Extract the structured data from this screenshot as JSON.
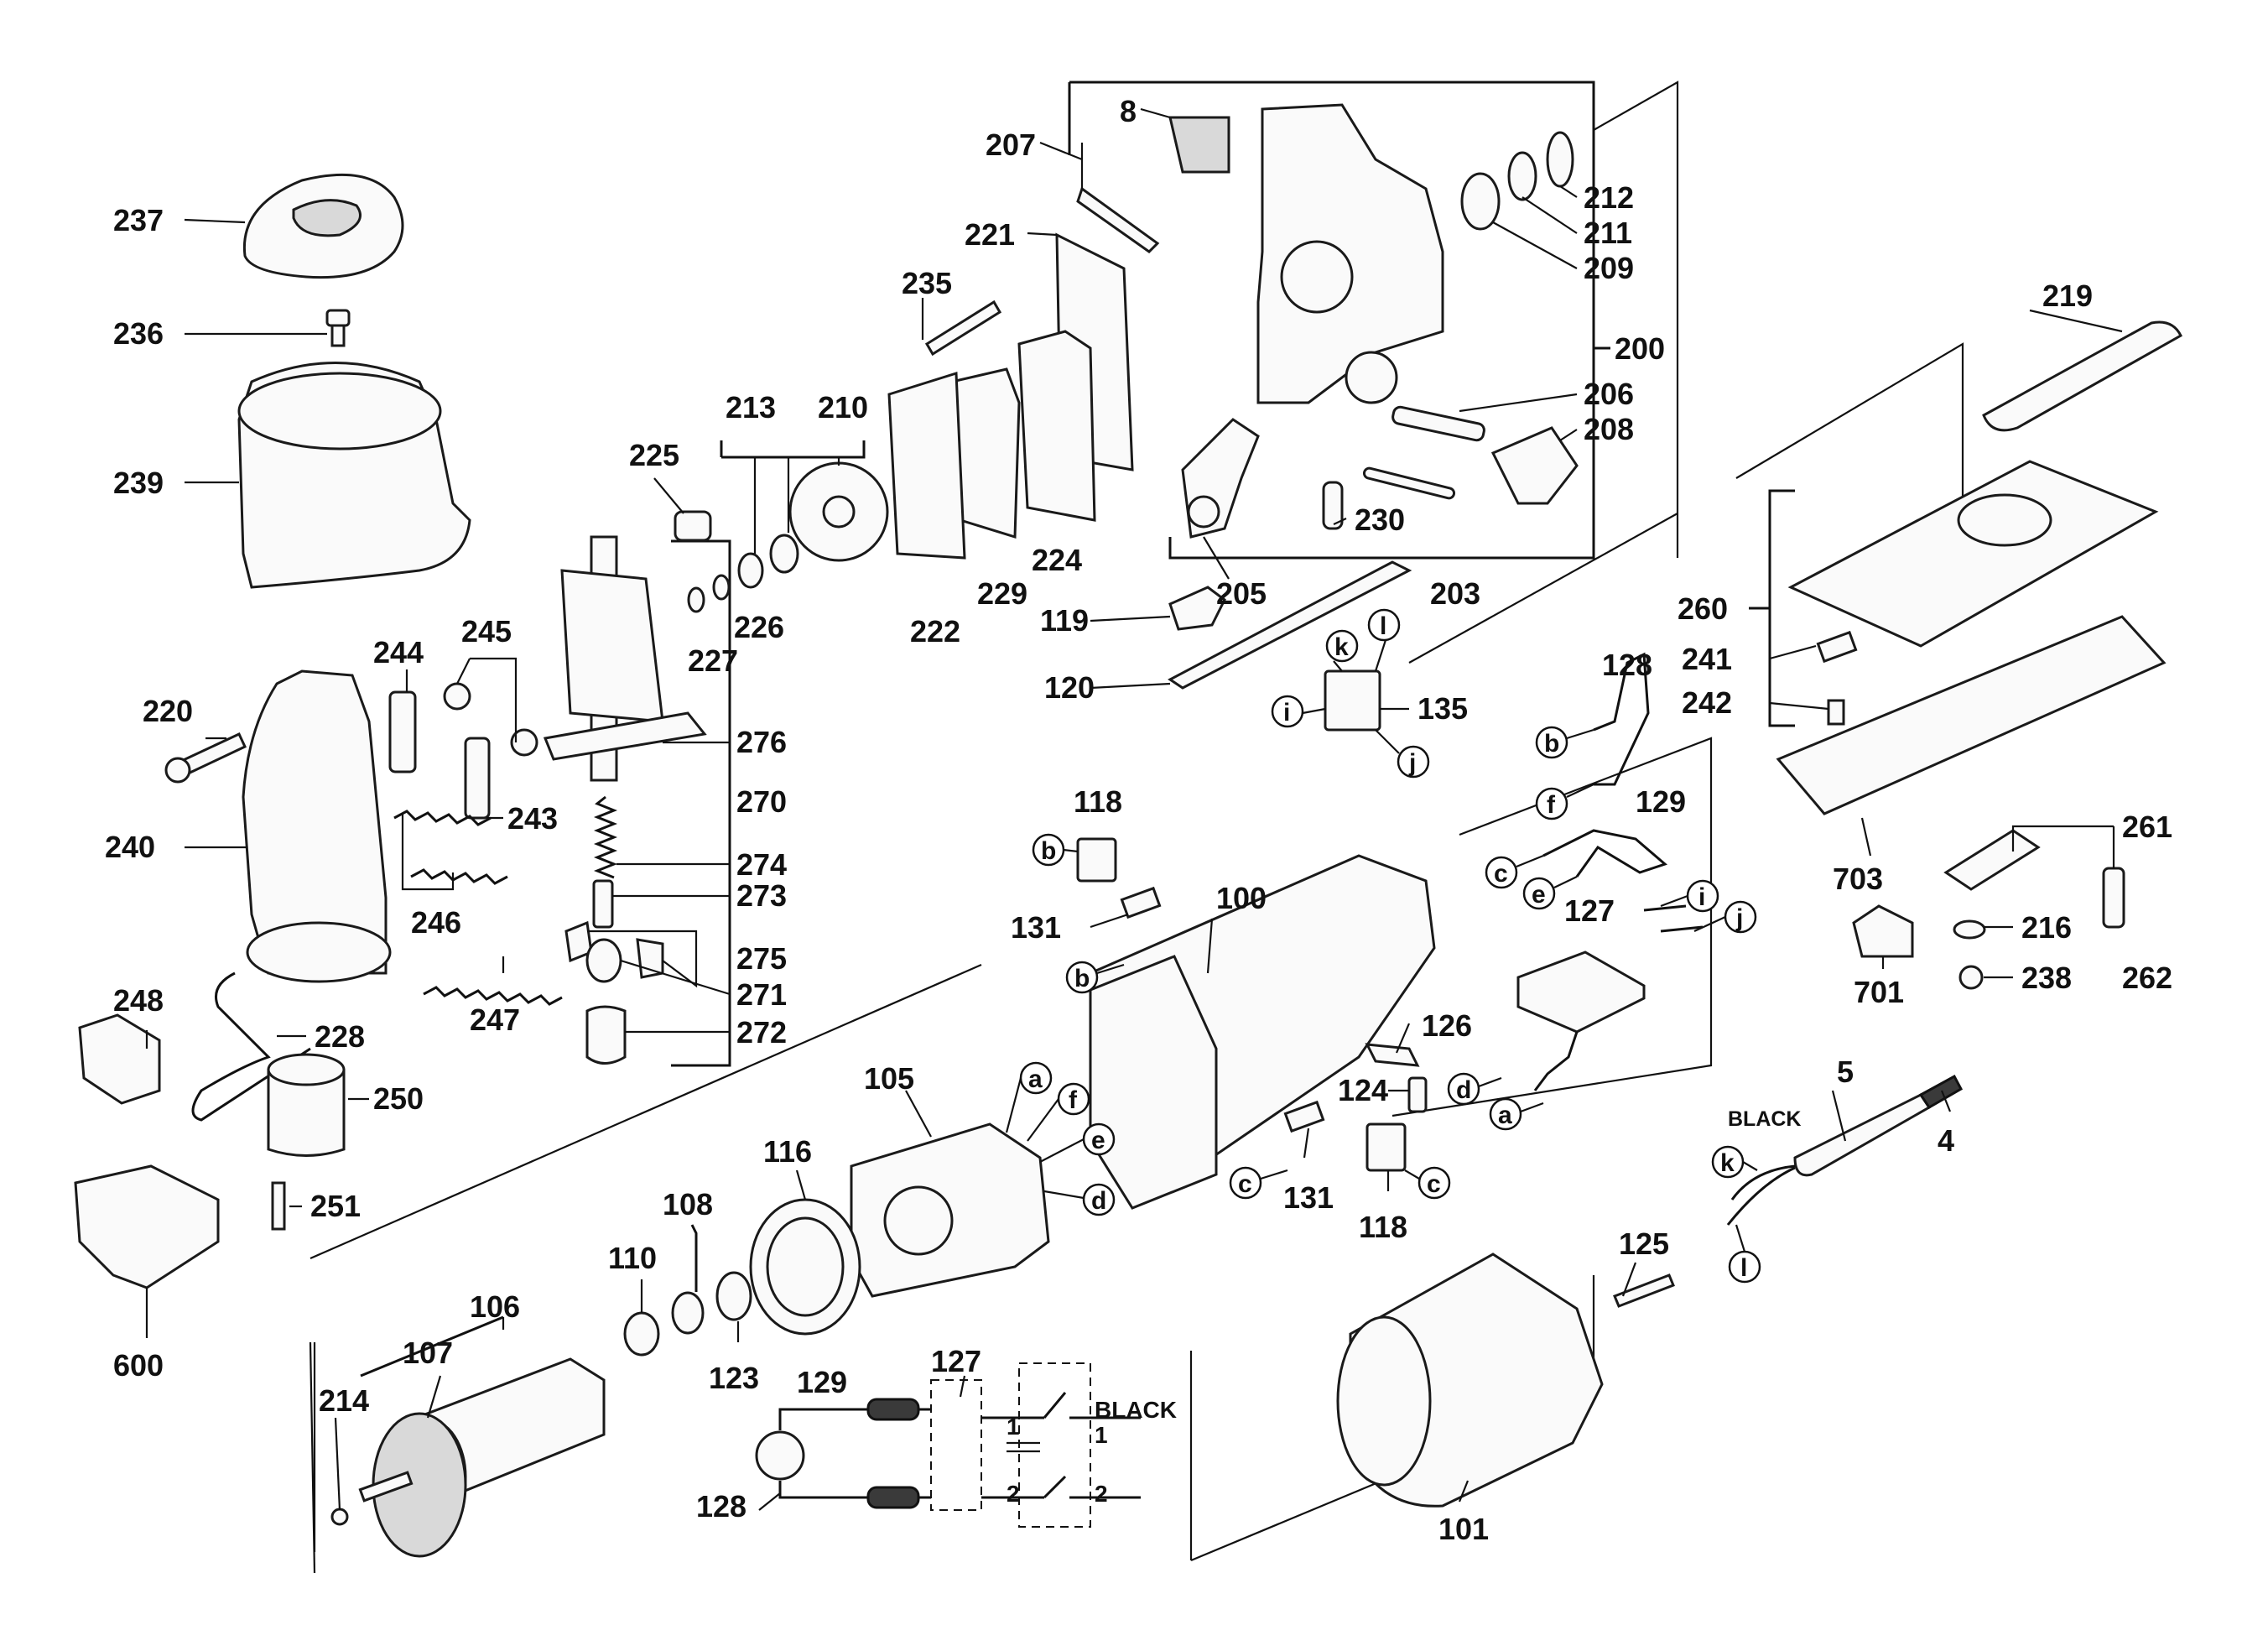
{
  "labels": {
    "p8": "8",
    "p207": "207",
    "p237": "237",
    "p236": "236",
    "p239": "239",
    "p221": "221",
    "p235": "235",
    "p212": "212",
    "p211": "211",
    "p209": "209",
    "p200": "200",
    "p206": "206",
    "p208": "208",
    "p219": "219",
    "p225": "225",
    "p213": "213",
    "p210": "210",
    "p226": "226",
    "p227": "227",
    "p222": "222",
    "p229": "229",
    "p224": "224",
    "p230": "230",
    "p205": "205",
    "p203": "203",
    "p119": "119",
    "p120": "120",
    "p135": "135",
    "p244": "244",
    "p245": "245",
    "p220": "220",
    "p276": "276",
    "p270": "270",
    "p243": "243",
    "p240": "240",
    "p274": "274",
    "p273": "273",
    "p246": "246",
    "p275": "275",
    "p247": "247",
    "p271": "271",
    "p272": "272",
    "p248": "248",
    "p228": "228",
    "p250": "250",
    "p251": "251",
    "p600": "600",
    "p260": "260",
    "p241": "241",
    "p242": "242",
    "p703": "703",
    "p261": "261",
    "p216": "216",
    "p238": "238",
    "p262": "262",
    "p701": "701",
    "p128a": "128",
    "p129a": "129",
    "p127a": "127",
    "p118a": "118",
    "p131a": "131",
    "p100": "100",
    "p126": "126",
    "p124": "124",
    "p131b": "131",
    "p118b": "118",
    "p105": "105",
    "p116": "116",
    "p108": "108",
    "p110": "110",
    "p106": "106",
    "p107": "107",
    "p123": "123",
    "p214": "214",
    "p125": "125",
    "p101": "101",
    "p5": "5",
    "p4": "4",
    "p129b": "129",
    "p127b": "127",
    "p128b": "128",
    "black1": "BLACK",
    "black2": "BLACK",
    "sw1a": "1",
    "sw1b": "1",
    "sw2a": "2",
    "sw2b": "2"
  },
  "connectors": {
    "a": "a",
    "b": "b",
    "c": "c",
    "d": "d",
    "e": "e",
    "f": "f",
    "i": "i",
    "j": "j",
    "k": "k",
    "l": "l"
  }
}
